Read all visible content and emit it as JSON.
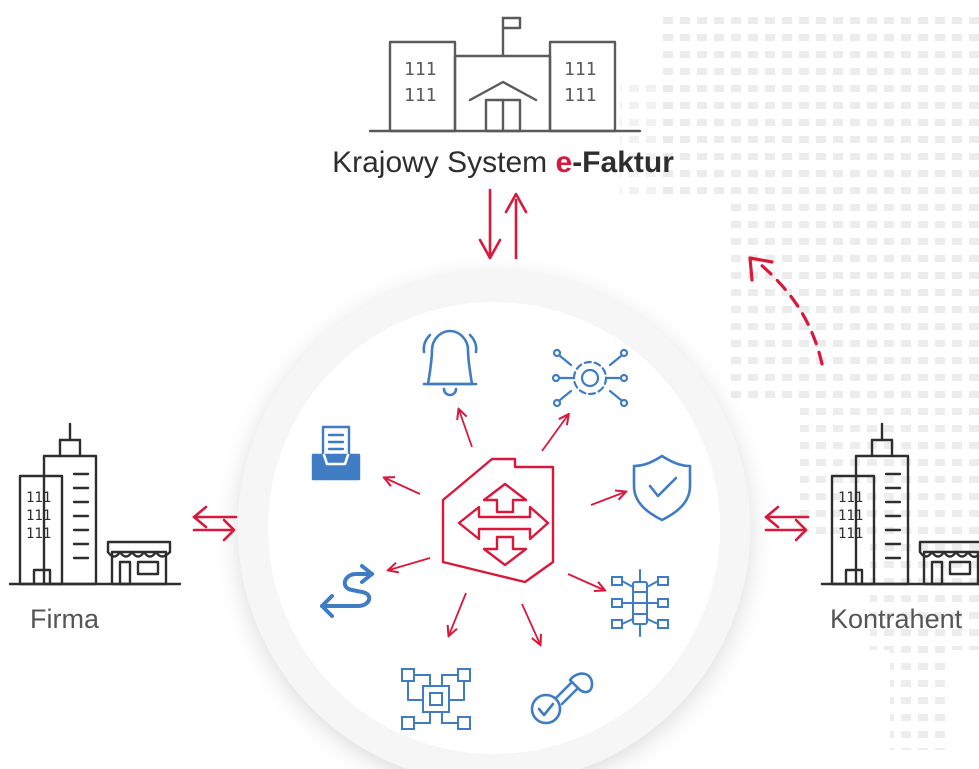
{
  "top_system": {
    "label_prefix": "Krajowy System ",
    "label_accent": "e",
    "label_suffix": "-Faktur"
  },
  "left_party": {
    "label": "Firma"
  },
  "right_party": {
    "label": "Kontrahent"
  },
  "colors": {
    "accent_red": "#d9183c",
    "icon_blue": "#3f7cc4",
    "building_gray": "#5a5a5a",
    "grid_gray": "#e8e8e8"
  },
  "hub_icons": [
    "bell-icon",
    "gear-network-icon",
    "shield-check-icon",
    "server-network-icon",
    "seal-stamp-icon",
    "circuit-chip-icon",
    "sync-arrows-icon",
    "inbox-tray-icon",
    "routing-hub-icon"
  ]
}
